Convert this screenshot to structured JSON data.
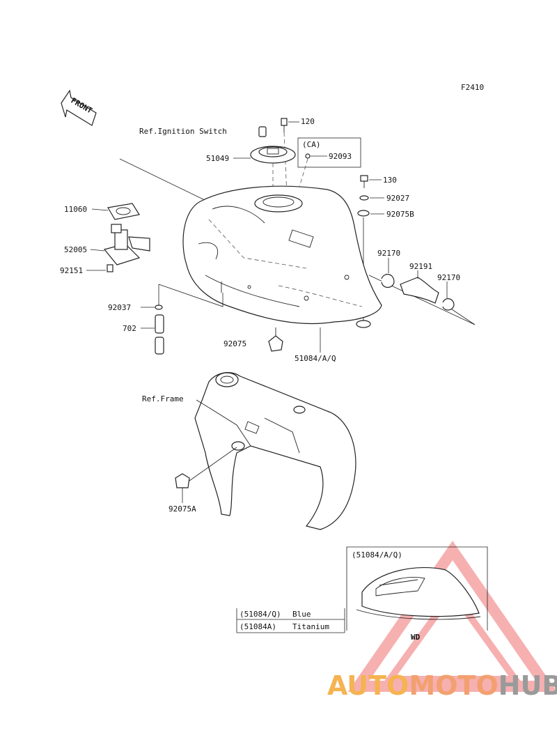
{
  "figure_code": "F2410",
  "front_label": "FRONT",
  "callouts": {
    "c120": "120",
    "ref_ignition": "Ref.Ignition Switch",
    "c51049": "51049",
    "ca": "(CA)",
    "c92093": "92093",
    "c130": "130",
    "c92027": "92027",
    "c92075b": "92075B",
    "c11060": "11060",
    "c52005": "52005",
    "c92151": "92151",
    "c92170a": "92170",
    "c92191": "92191",
    "c92170b": "92170",
    "c92037": "92037",
    "c702": "702",
    "c92075": "92075",
    "c51084": "51084/A/Q",
    "ref_frame": "Ref.Frame",
    "c92075a": "92075A"
  },
  "inset": {
    "title": "(51084/A/Q)",
    "wd": "WD"
  },
  "color_table": [
    {
      "code": "(51084/Q)",
      "color": "Blue"
    },
    {
      "code": "(51084A)",
      "color": "Titanium"
    }
  ],
  "watermark": {
    "part1": "AUTO",
    "part2": "MOTO",
    "part3": "HUB",
    "colors": {
      "auto": "#f5b352",
      "moto": "#f2a070",
      "hub": "#9a9a9a",
      "triangle": "#f07070"
    }
  }
}
